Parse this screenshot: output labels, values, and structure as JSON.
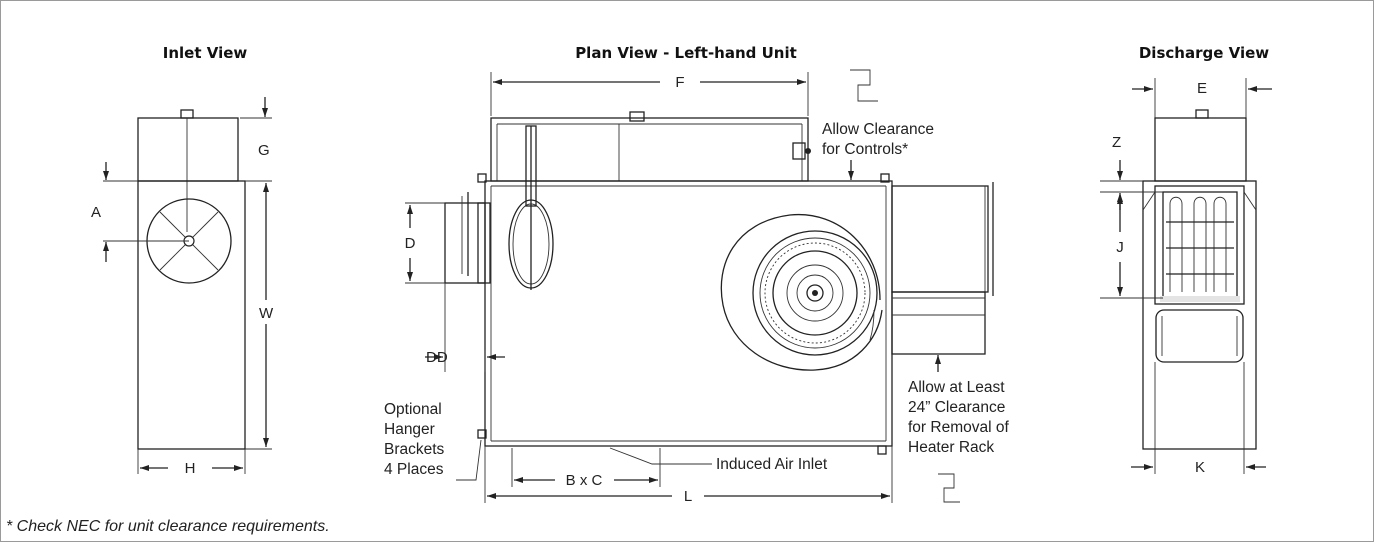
{
  "views": {
    "inlet": {
      "title": "Inlet View",
      "labels": {
        "A": "A",
        "G": "G",
        "W": "W",
        "H": "H"
      }
    },
    "plan": {
      "title": "Plan View - Left-hand Unit",
      "labels": {
        "F": "F",
        "D": "D",
        "DD": "DD",
        "BxC": "B x C",
        "L": "L"
      },
      "notes": {
        "controls_1": "Allow Clearance",
        "controls_2": "for Controls*",
        "removal_1": "Allow at Least",
        "removal_2": "24” Clearance",
        "removal_3": "for Removal of",
        "removal_4": "Heater Rack",
        "hanger_1": "Optional",
        "hanger_2": "Hanger",
        "hanger_3": "Brackets",
        "hanger_4": "4 Places",
        "induced": "Induced Air Inlet"
      }
    },
    "discharge": {
      "title": "Discharge View",
      "labels": {
        "E": "E",
        "Z": "Z",
        "J": "J",
        "K": "K"
      }
    }
  },
  "footnote": "* Check NEC for unit clearance requirements."
}
